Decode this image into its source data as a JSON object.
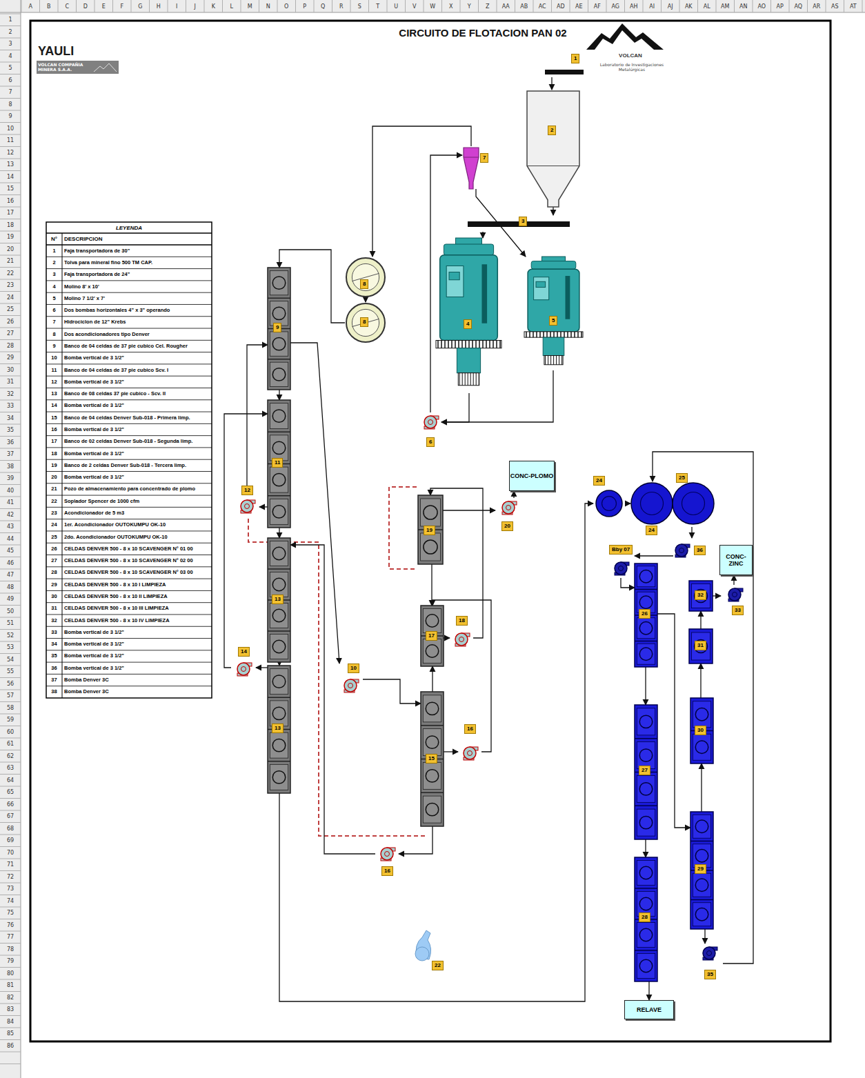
{
  "diagram": {
    "title": "CIRCUITO DE FLOTACION PAN 02",
    "nodes": [
      {
        "text": [
          "1"
        ]
      },
      {
        "text": [
          "2"
        ]
      },
      {
        "text": [
          "3"
        ]
      },
      {
        "text": [
          "7"
        ]
      },
      {
        "text": [
          "8"
        ]
      },
      {
        "text": [
          "8"
        ]
      },
      {
        "text": [
          "4"
        ]
      },
      {
        "text": [
          "5"
        ]
      },
      {
        "text": [
          "6"
        ]
      },
      {
        "text": [
          "9"
        ]
      },
      {
        "text": [
          "11"
        ]
      },
      {
        "text": [
          "12"
        ]
      },
      {
        "text": [
          "13"
        ]
      },
      {
        "text": [
          "13"
        ]
      },
      {
        "text": [
          "14"
        ]
      },
      {
        "text": [
          "10"
        ]
      },
      {
        "text": [
          "16"
        ]
      },
      {
        "text": [
          "19"
        ]
      },
      {
        "text": [
          "20"
        ]
      },
      {
        "text": [
          "17"
        ]
      },
      {
        "text": [
          "18"
        ]
      },
      {
        "text": [
          "15"
        ]
      },
      {
        "text": [
          "16"
        ]
      },
      {
        "text": [
          "22"
        ]
      },
      {
        "text": [
          "CONC-PLOMO"
        ]
      },
      {
        "text": [
          "24"
        ]
      },
      {
        "text": [
          "24"
        ]
      },
      {
        "text": [
          "25"
        ]
      },
      {
        "text": [
          "36"
        ]
      },
      {
        "text": [
          "Bby 07"
        ]
      },
      {
        "text": [
          "26"
        ]
      },
      {
        "text": [
          "27"
        ]
      },
      {
        "text": [
          "28"
        ]
      },
      {
        "text": [
          "RELAVE"
        ]
      },
      {
        "text": [
          "32"
        ]
      },
      {
        "text": [
          "33"
        ]
      },
      {
        "text": [
          "CONC-ZINC"
        ]
      },
      {
        "text": [
          "31"
        ]
      },
      {
        "text": [
          "30"
        ]
      },
      {
        "text": [
          "29"
        ]
      },
      {
        "text": [
          "35"
        ]
      }
    ],
    "edges": [
      {
        "from": 0,
        "to": 1,
        "arrow": "to"
      },
      {
        "from": 1,
        "to": 2,
        "arrow": "to"
      },
      {
        "from": 2,
        "to": 6,
        "arrow": "to"
      },
      {
        "from": 3,
        "to": 7,
        "arrow": "to"
      },
      {
        "from": 6,
        "to": 8,
        "arrow": "to"
      },
      {
        "from": 7,
        "to": 8,
        "arrow": "to"
      },
      {
        "from": 8,
        "to": 3,
        "arrow": "to"
      },
      {
        "from": 3,
        "to": 4,
        "arrow": "to"
      },
      {
        "from": 4,
        "to": 5,
        "arrow": "to"
      },
      {
        "from": 5,
        "to": 9,
        "arrow": "to"
      },
      {
        "from": 9,
        "to": 10,
        "arrow": "to"
      },
      {
        "from": 10,
        "to": 12,
        "arrow": "to"
      },
      {
        "from": 12,
        "to": 13,
        "arrow": "to"
      },
      {
        "from": 13,
        "to": 25,
        "arrow": "to"
      },
      {
        "from": 9,
        "to": 15,
        "arrow": "to"
      },
      {
        "from": 15,
        "to": 21,
        "arrow": "to"
      },
      {
        "from": 21,
        "to": 16,
        "arrow": "to"
      },
      {
        "from": 16,
        "to": 12,
        "arrow": "to"
      },
      {
        "from": 21,
        "to": 19,
        "arrow": "to"
      },
      {
        "from": 19,
        "to": 20,
        "arrow": "to"
      },
      {
        "from": 20,
        "to": 17,
        "arrow": "to"
      },
      {
        "from": 17,
        "to": 19,
        "arrow": "to"
      },
      {
        "from": 17,
        "to": 18,
        "arrow": "to"
      },
      {
        "from": 18,
        "to": 24,
        "arrow": "to"
      },
      {
        "from": 21,
        "to": 22,
        "arrow": "to"
      },
      {
        "from": 22,
        "to": 19,
        "arrow": "to"
      },
      {
        "from": 10,
        "to": 11,
        "arrow": "to"
      },
      {
        "from": 11,
        "to": 9,
        "arrow": "to"
      },
      {
        "from": 13,
        "to": 14,
        "arrow": "to"
      },
      {
        "from": 14,
        "to": 10,
        "arrow": "to"
      },
      {
        "from": 25,
        "to": 26,
        "arrow": "to"
      },
      {
        "from": 26,
        "to": 27,
        "arrow": "to"
      },
      {
        "from": 27,
        "to": 28,
        "arrow": "to"
      },
      {
        "from": 28,
        "to": 29,
        "arrow": "to"
      },
      {
        "from": 29,
        "to": 30,
        "arrow": "to"
      },
      {
        "from": 30,
        "to": 31,
        "arrow": "to"
      },
      {
        "from": 31,
        "to": 32,
        "arrow": "to"
      },
      {
        "from": 32,
        "to": 33,
        "arrow": "to"
      },
      {
        "from": 30,
        "to": 39,
        "arrow": "to"
      },
      {
        "from": 39,
        "to": 40,
        "arrow": "to"
      },
      {
        "from": 40,
        "to": 26,
        "arrow": "to"
      },
      {
        "from": 39,
        "to": 38,
        "arrow": "to"
      },
      {
        "from": 38,
        "to": 37,
        "arrow": "to"
      },
      {
        "from": 37,
        "to": 34,
        "arrow": "to"
      },
      {
        "from": 34,
        "to": 35,
        "arrow": "to"
      },
      {
        "from": 35,
        "to": 36,
        "arrow": "to"
      }
    ],
    "labels": [
      "YAULI",
      "VOLCAN COMPAÑIA MINERA S.A.A.",
      "VOLCAN",
      "Laboratorio de Investigaciones Metalúrgicas",
      "LEYENDA",
      "N°",
      "DESCRIPCION",
      "1",
      "Faja transportadora de 30\"",
      "2",
      "Tolva para mineral fino 500 TM CAP.",
      "3",
      "Faja transportadora de 24\"",
      "4",
      "Molino 8' x 10'",
      "5",
      "Molino 7 1/2' x 7'",
      "6",
      "Dos bombas horizontales 4\" x 3\" operando",
      "7",
      "Hidrociclon de 12\" Krebs",
      "8",
      "Dos acondicionadores tipo Denver",
      "9",
      "Banco de 04 celdas de 37 pie cubico Cel. Rougher",
      "10",
      "Bomba vertical de 3 1/2\"",
      "11",
      "Banco de 04 celdas de 37 pie cubico Scv. I",
      "12",
      "Bomba vertical de 3 1/2\"",
      "13",
      "Banco de 08 celdas 37 pie cubico - Scv. II",
      "14",
      "Bomba vertical de 3 1/2\"",
      "15",
      "Banco de 04 celdas Denver Sub-018 - Primera limp.",
      "16",
      "Bomba vertical de 3 1/2\"",
      "17",
      "Banco de 02 celdas Denver Sub-018 - Segunda limp.",
      "18",
      "Bomba vertical de 3 1/2\"",
      "19",
      "Banco de 2 celdas Denver Sub-018 - Tercera limp.",
      "20",
      "Bomba vertical de 3 1/2\"",
      "21",
      "Pozo de almacenamiento para concentrado de plomo",
      "22",
      "Soplador Spencer de 1000 cfm",
      "23",
      "Acondicionador de 5 m3",
      "24",
      "1er. Acondicionador OUTOKUMPU OK-10",
      "25",
      "2do. Acondicionador OUTOKUMPU OK-10",
      "26",
      "CELDAS DENVER 500 - 8 x 10 SCAVENGER N° 01 00",
      "27",
      "CELDAS DENVER 500 - 8 x 10 SCAVENGER N° 02 00",
      "28",
      "CELDAS DENVER 500 - 8 x 10 SCAVENGER N° 03 00",
      "29",
      "CELDAS DENVER 500 - 8 x 10 I LIMPIEZA",
      "30",
      "CELDAS DENVER 500 - 8 x 10 II LIMPIEZA",
      "31",
      "CELDAS DENVER 500 - 8 x 10 III LIMPIEZA",
      "32",
      "CELDAS DENVER 500 - 8 x 10 IV LIMPIEZA",
      "33",
      "Bomba vertical de 3 1/2\"",
      "34",
      "Bomba vertical de 3 1/2\"",
      "35",
      "Bomba vertical de 3 1/2\"",
      "36",
      "Bomba vertical de 3 1/2\"",
      "37",
      "Bomba Denver 3C",
      "38",
      "Bomba Denver 3C",
      "A",
      "B",
      "C",
      "D",
      "E",
      "F",
      "G",
      "H",
      "I",
      "J",
      "K",
      "L",
      "M",
      "N",
      "O",
      "P",
      "Q",
      "R",
      "S",
      "T",
      "U",
      "V",
      "W",
      "X",
      "Y",
      "Z",
      "AA",
      "AB",
      "AC",
      "AD",
      "AE",
      "AF",
      "AG",
      "AH",
      "AI",
      "AJ",
      "AK",
      "AL",
      "AM",
      "AN",
      "AO",
      "AP",
      "AQ",
      "AR",
      "AS",
      "AT",
      "1",
      "2",
      "3",
      "4",
      "5",
      "6",
      "7",
      "8",
      "9",
      "10",
      "11",
      "12",
      "13",
      "14",
      "15",
      "16",
      "17",
      "18",
      "19",
      "20",
      "21",
      "22",
      "23",
      "24",
      "25",
      "26",
      "27",
      "28",
      "29",
      "30",
      "31",
      "32",
      "33",
      "34",
      "35",
      "36",
      "37",
      "38",
      "39",
      "40",
      "41",
      "42",
      "43",
      "44",
      "45",
      "46",
      "47",
      "48",
      "49",
      "50",
      "51",
      "52",
      "53",
      "54",
      "55",
      "56",
      "57",
      "58",
      "59",
      "60",
      "61",
      "62",
      "63",
      "64",
      "65",
      "66",
      "67",
      "68",
      "69",
      "70",
      "71",
      "72",
      "73",
      "74",
      "75",
      "76",
      "77",
      "78",
      "79",
      "80",
      "81",
      "82",
      "83",
      "84",
      "85",
      "86"
    ]
  }
}
